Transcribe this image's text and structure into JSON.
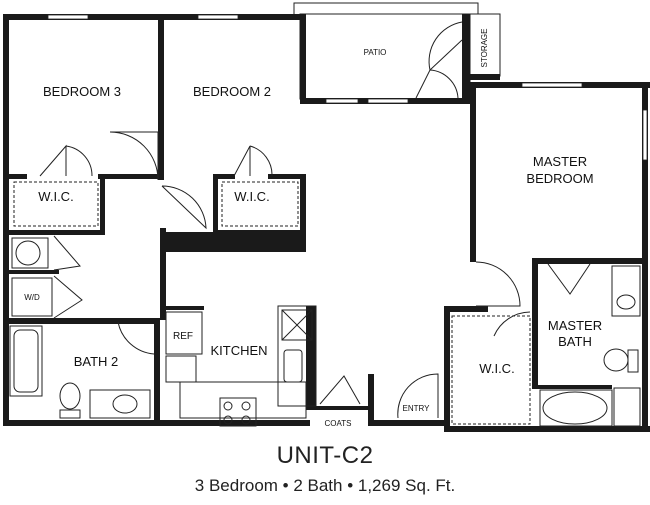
{
  "unit": {
    "title": "UNIT-C2",
    "subtitle": "3 Bedroom • 2 Bath • 1,269 Sq. Ft."
  },
  "rooms": {
    "bedroom3": "BEDROOM 3",
    "bedroom2": "BEDROOM 2",
    "patio": "PATIO",
    "storage": "STORAGE",
    "master_bedroom_line1": "MASTER",
    "master_bedroom_line2": "BEDROOM",
    "wic": "W.I.C.",
    "wd": "W/D",
    "bath2": "BATH 2",
    "ref": "REF",
    "kitchen": "KITCHEN",
    "master_bath_line1": "MASTER",
    "master_bath_line2": "BATH",
    "coats": "COATS",
    "entry": "ENTRY"
  }
}
